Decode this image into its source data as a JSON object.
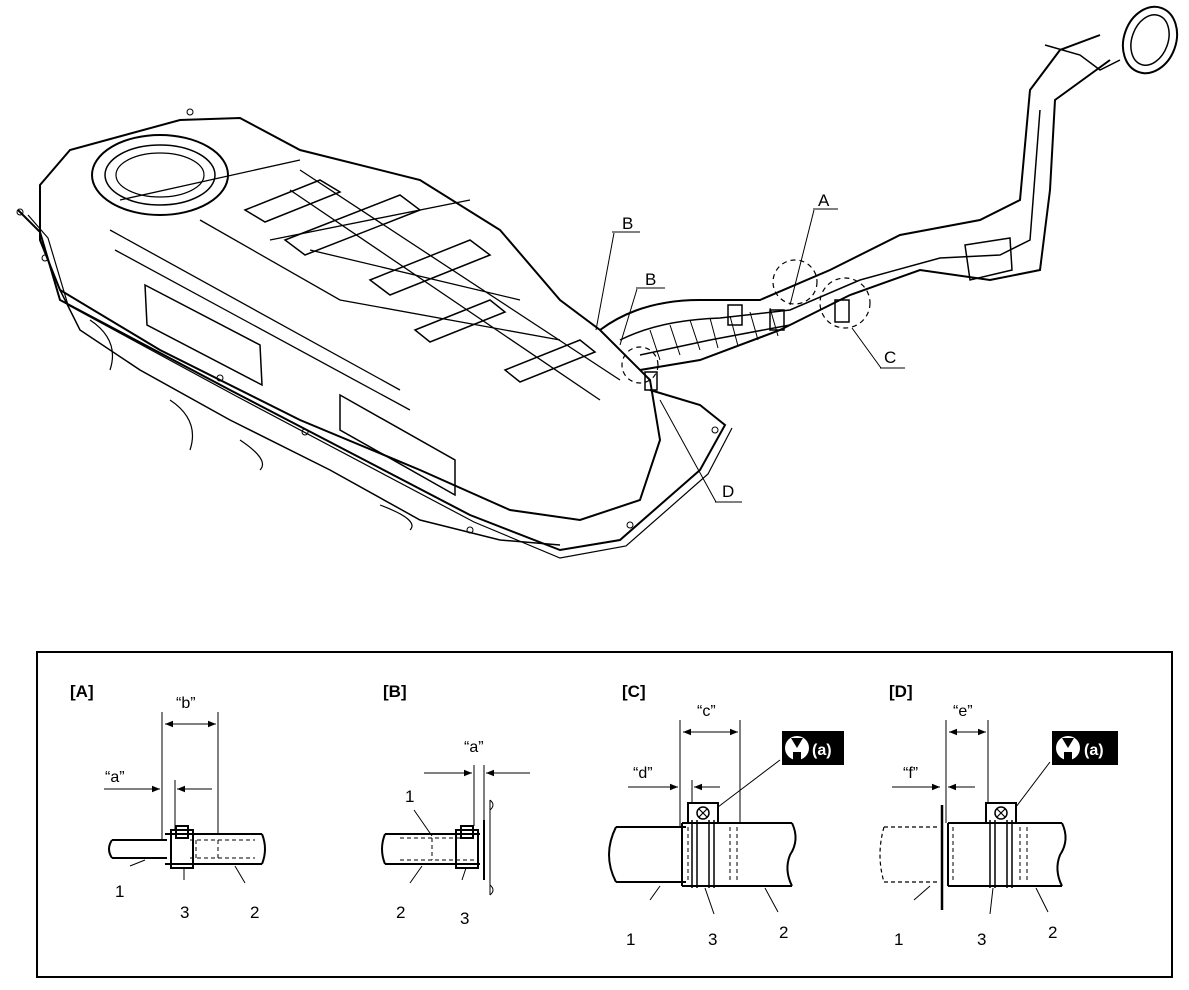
{
  "callouts": {
    "A": "A",
    "B1": "B",
    "B2": "B",
    "C": "C",
    "D": "D"
  },
  "details": [
    {
      "title": "[A]",
      "dims": [
        "“b”",
        "“a”"
      ],
      "parts": [
        "1",
        "3",
        "2"
      ]
    },
    {
      "title": "[B]",
      "dims": [
        "“a”"
      ],
      "parts": [
        "1",
        "2",
        "3"
      ]
    },
    {
      "title": "[C]",
      "dims": [
        "“c”",
        "“d”"
      ],
      "parts": [
        "1",
        "3",
        "2"
      ],
      "torque_label": "(a)",
      "torque_icon": "wrench-icon"
    },
    {
      "title": "[D]",
      "dims": [
        "“e”",
        "“f”"
      ],
      "parts": [
        "1",
        "3",
        "2"
      ],
      "torque_label": "(a)",
      "torque_icon": "wrench-icon"
    }
  ]
}
